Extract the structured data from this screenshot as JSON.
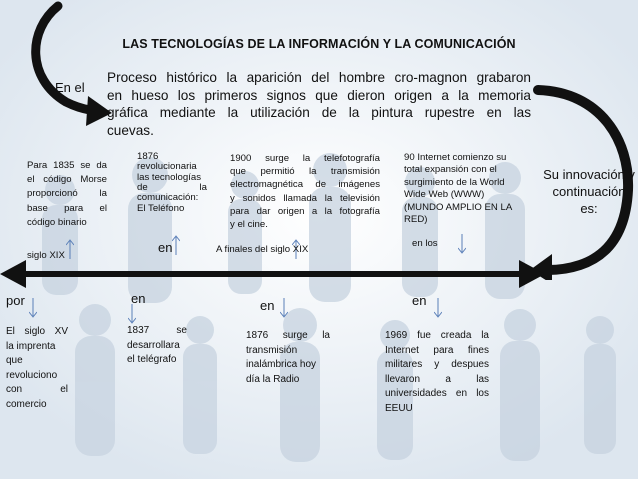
{
  "title": "LAS TECNOLOGÍAS DE LA INFORMACIÓN Y LA COMUNICACIÓN",
  "intro": {
    "label": "En el",
    "text_lines": [
      "Proceso histórico la aparición del hombre cro-magnon grabaron",
      "en hueso los primeros signos que dieron origen a la memoria",
      "gráfica mediante la utilización de la pintura rupestre en las",
      "cuevas."
    ]
  },
  "side_label": "Su innovación y continuación es:",
  "top_events": [
    {
      "lines": [
        "Para 1835 se da",
        "el código Morse",
        "proporcionó la",
        "base para el",
        "código binario"
      ],
      "connector": "siglo XIX"
    },
    {
      "lines": [
        "1876",
        "revolucionaria",
        "las tecnologías",
        "de la",
        "comunicación:",
        "El Teléfono"
      ],
      "connector": "en"
    },
    {
      "lines": [
        "1900 surge la telefotografía",
        "que permitió la transmisión",
        "electromagnética de imágenes",
        "y sonidos llamada la televisión",
        "para dar origen a la fotografía",
        "y el cine."
      ],
      "connector": "A finales del siglo XIX"
    },
    {
      "lines": [
        "90 Internet comienzo su",
        "total expansión con el",
        "surgimiento de la World",
        "Wide Web (WWW)",
        "(MUNDO AMPLIO EN LA",
        "RED)"
      ],
      "connector": "en los"
    }
  ],
  "bottom_events": [
    {
      "connector": "por",
      "lines": [
        "El siglo XV",
        "la imprenta",
        "que",
        "revoluciono",
        "con el",
        "comercio"
      ]
    },
    {
      "connector": "en",
      "lines": [
        "1837 se",
        "desarrollara",
        "el telégrafo"
      ]
    },
    {
      "connector": "en",
      "lines": [
        "1876 surge la",
        "transmisión",
        "inalámbrica hoy",
        "día la Radio"
      ]
    },
    {
      "connector": "en",
      "lines": [
        "1969 fue creada la",
        "Internet para fines",
        "militares y despues",
        "llevaron a las",
        "universidades en los",
        "EEUU"
      ]
    }
  ],
  "colors": {
    "arrow": "#111111",
    "small_arrow": "#5a7fb8",
    "background": "#e9eef4",
    "figures": "#b9c8d8"
  }
}
